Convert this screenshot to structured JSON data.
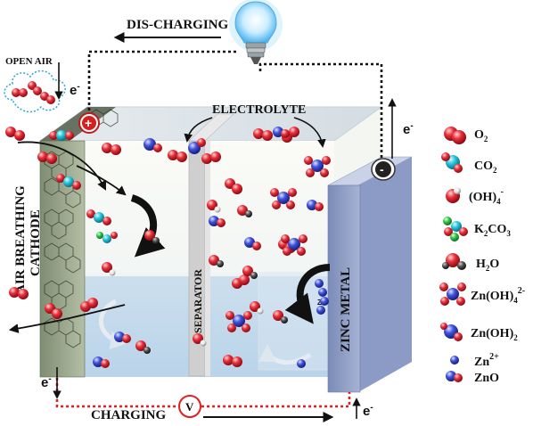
{
  "labels": {
    "discharging": "DIS-CHARGING",
    "charging": "CHARGING",
    "open_air": "OPEN AIR",
    "electrolyte": "ELECTROLYTE",
    "cathode_line1": "AIR BREATHING",
    "cathode_line2": "CATHODE",
    "separator": "SEPARATOR",
    "zinc_metal": "ZINC METAL",
    "voltmeter": "V",
    "plus_terminal": "+",
    "minus_terminal": "-",
    "electron": "e",
    "zn_ion_tag": "Zn"
  },
  "legend": [
    {
      "id": "o2",
      "base": "O",
      "sub": "2",
      "sup": ""
    },
    {
      "id": "co2",
      "base": "CO",
      "sub": "2",
      "sup": ""
    },
    {
      "id": "oh4",
      "base": "(OH)",
      "sub": "4",
      "sup": "-"
    },
    {
      "id": "k2co3",
      "base": "K",
      "sub": "2",
      "sup": "",
      "tail": "CO",
      "tail_sub": "3"
    },
    {
      "id": "h2o",
      "base": "H",
      "sub": "2",
      "sup": "",
      "tail": "O",
      "tail_sub": ""
    },
    {
      "id": "znoh4",
      "base": "Zn(OH)",
      "sub": "4",
      "sup": "2-"
    },
    {
      "id": "znoh2",
      "base": "Zn(OH)",
      "sub": "2",
      "sup": ""
    },
    {
      "id": "zn2",
      "base": "Zn",
      "sub": "",
      "sup": "2+"
    },
    {
      "id": "zno",
      "base": "ZnO",
      "sub": "",
      "sup": ""
    }
  ],
  "colors": {
    "oxygen": "#e0202a",
    "carbon": "#22c4dc",
    "hydrogen": "#e8e8e8",
    "zinc": "#3b4fd6",
    "potassium": "#33c24a",
    "wire": "#111111",
    "charging_wire": "#e02020",
    "zinc_plate": "#8a99c4",
    "cathode_plate": "#9aa78c"
  }
}
